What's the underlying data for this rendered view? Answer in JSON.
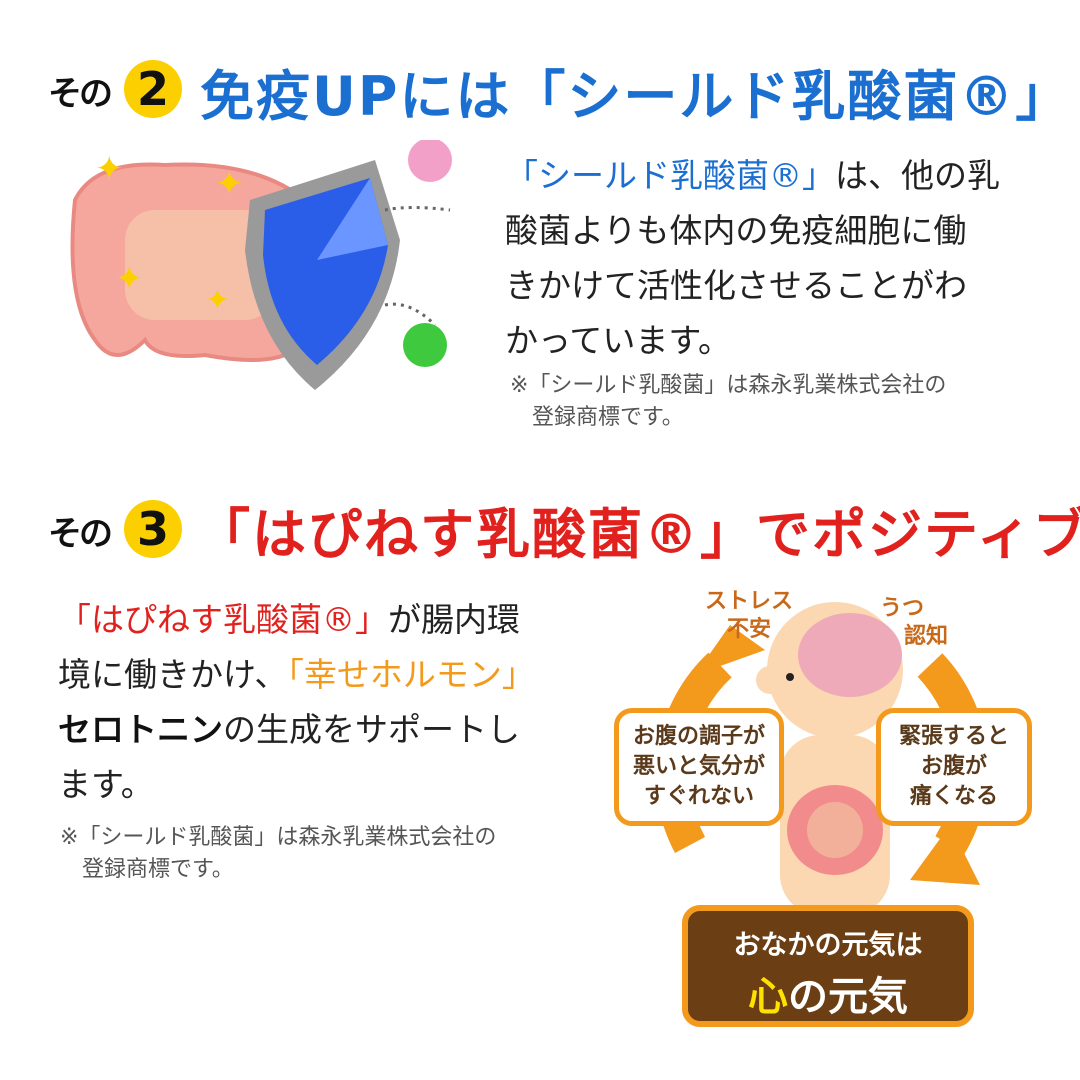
{
  "section2": {
    "prefix": "その",
    "number": "2",
    "title": "免疫UPには「シールド乳酸菌®」",
    "body_lines": [
      [
        {
          "t": "「シールド乳酸菌®」",
          "c": "blue"
        },
        {
          "t": "は、他の乳",
          "c": ""
        }
      ],
      [
        {
          "t": "酸菌よりも体内の免疫細胞に働",
          "c": ""
        }
      ],
      [
        {
          "t": "きかけて活性化させることがわ",
          "c": ""
        }
      ],
      [
        {
          "t": "かっています。",
          "c": ""
        }
      ]
    ],
    "note_lines": [
      "※「シールド乳酸菌」は森永乳業株式会社の",
      "　登録商標です。"
    ]
  },
  "section3": {
    "prefix": "その",
    "number": "3",
    "title": "「はぴねす乳酸菌®」でポジティブ",
    "body_lines": [
      [
        {
          "t": "「はぴねす乳酸菌®」",
          "c": "red"
        },
        {
          "t": "が腸内環",
          "c": ""
        }
      ],
      [
        {
          "t": "境に働きかけ、",
          "c": ""
        },
        {
          "t": "「幸せホルモン」",
          "c": "orange"
        }
      ],
      [
        {
          "t": "セロトニン",
          "c": "bold"
        },
        {
          "t": "の生成をサポートし",
          "c": ""
        }
      ],
      [
        {
          "t": "ます。",
          "c": ""
        }
      ]
    ],
    "note_lines": [
      "※「シールド乳酸菌」は森永乳業株式会社の",
      "　登録商標です。"
    ]
  },
  "diagram": {
    "label_left_top": [
      "ストレス",
      "不安"
    ],
    "label_right_top": [
      "うつ",
      "認知"
    ],
    "box_left": [
      "お腹の調子が",
      "悪いと気分が",
      "すぐれない"
    ],
    "box_right": [
      "緊張すると",
      "お腹が",
      "痛くなる"
    ],
    "banner_line1": "おなかの元気は",
    "banner_line2_highlight": "心",
    "banner_line2_rest": "の元気"
  },
  "colors": {
    "blue": "#1a6fd0",
    "red": "#e0211d",
    "orange": "#f39a1c",
    "yellow": "#fcd000",
    "brown": "#6b3e14"
  }
}
